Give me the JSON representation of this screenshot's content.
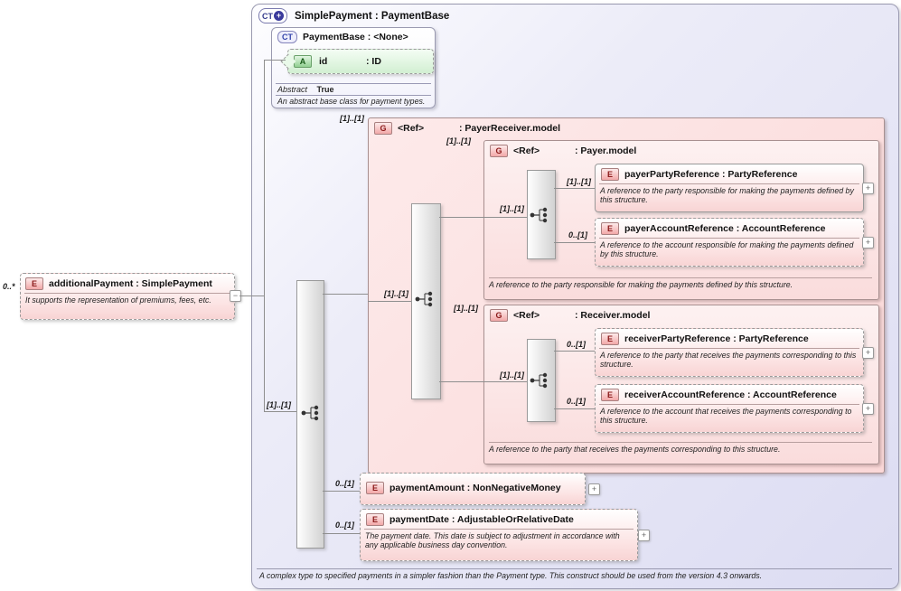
{
  "icons": {
    "expand": "+",
    "collapse": "−",
    "derived": "+"
  },
  "root": {
    "badge": "CT",
    "title": "SimplePayment : PaymentBase",
    "contentCardinality": "[1]..[1]",
    "footer": "A complex type to specified payments in a simpler fashion than the Payment type. This construct should be used from the version 4.3 onwards."
  },
  "paymentBase": {
    "badge": "CT",
    "title": "PaymentBase : <None>",
    "attr": {
      "badge": "A",
      "name": "id",
      "type": ": ID"
    },
    "abstractLabel": "Abstract",
    "abstractValue": "True",
    "doc": "An abstract base class for payment types."
  },
  "additionalPayment": {
    "badge": "E",
    "title": "additionalPayment : SimplePayment",
    "doc": "It supports the representation of premiums, fees, etc.",
    "cardinality": "0..*"
  },
  "payerReceiver": {
    "badge": "G",
    "ref": "<Ref>",
    "type": ": PayerReceiver.model",
    "cardinality": "[1]..[1]",
    "inputCardinality": "[1]..[1]"
  },
  "payer": {
    "badge": "G",
    "ref": "<Ref>",
    "type": ": Payer.model",
    "cardinality": "[1]..[1]",
    "inputCardinality": "[1]..[1]",
    "footer": "A reference to the party responsible for making the payments defined by this structure."
  },
  "receiver": {
    "badge": "G",
    "ref": "<Ref>",
    "type": ": Receiver.model",
    "cardinality": "[1]..[1]",
    "inputCardinality": "[1]..[1]",
    "footer": "A reference to the party that receives the payments corresponding to this structure."
  },
  "payerPartyReference": {
    "badge": "E",
    "title": "payerPartyReference : PartyReference",
    "doc": "A reference to the party responsible for making the payments defined by this structure.",
    "cardinality": "[1]..[1]"
  },
  "payerAccountReference": {
    "badge": "E",
    "title": "payerAccountReference : AccountReference",
    "doc": "A reference to the account responsible for making the payments defined by this structure.",
    "cardinality": "0..[1]"
  },
  "receiverPartyReference": {
    "badge": "E",
    "title": "receiverPartyReference : PartyReference",
    "doc": "A reference to the party that receives the payments corresponding to this structure.",
    "cardinality": "0..[1]"
  },
  "receiverAccountReference": {
    "badge": "E",
    "title": "receiverAccountReference : AccountReference",
    "doc": "A reference to the account that receives the payments corresponding to this structure.",
    "cardinality": "0..[1]"
  },
  "paymentAmount": {
    "badge": "E",
    "title": "paymentAmount : NonNegativeMoney",
    "cardinality": "0..[1]"
  },
  "paymentDate": {
    "badge": "E",
    "title": "paymentDate : AdjustableOrRelativeDate",
    "doc": "The payment date. This date is subject to adjustment in accordance with any applicable business day convention.",
    "cardinality": "0..[1]"
  }
}
